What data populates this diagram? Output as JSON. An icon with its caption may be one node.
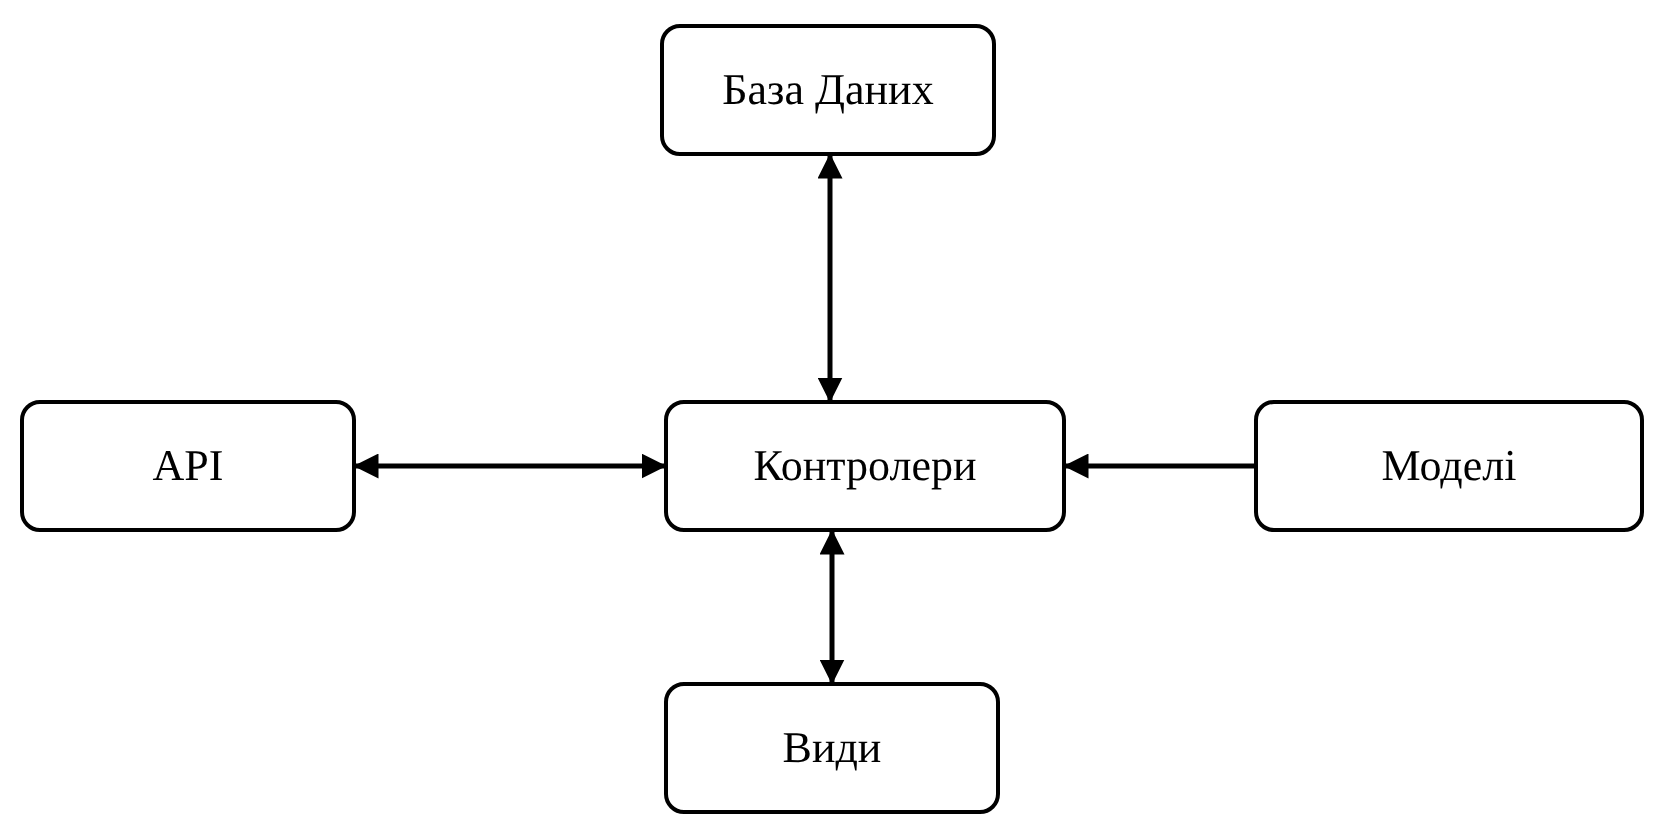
{
  "diagram": {
    "nodes": [
      {
        "text": [
          "База Даних"
        ]
      },
      {
        "text": [
          "API"
        ]
      },
      {
        "text": [
          "Контролери"
        ]
      },
      {
        "text": [
          "Моделі"
        ]
      },
      {
        "text": [
          "Види"
        ]
      }
    ],
    "edges": [
      {
        "from": 0,
        "to": 2,
        "arrow": "both"
      },
      {
        "from": 1,
        "to": 2,
        "arrow": "both"
      },
      {
        "from": 3,
        "to": 2,
        "arrow": "to"
      },
      {
        "from": 2,
        "to": 4,
        "arrow": "both"
      }
    ]
  }
}
